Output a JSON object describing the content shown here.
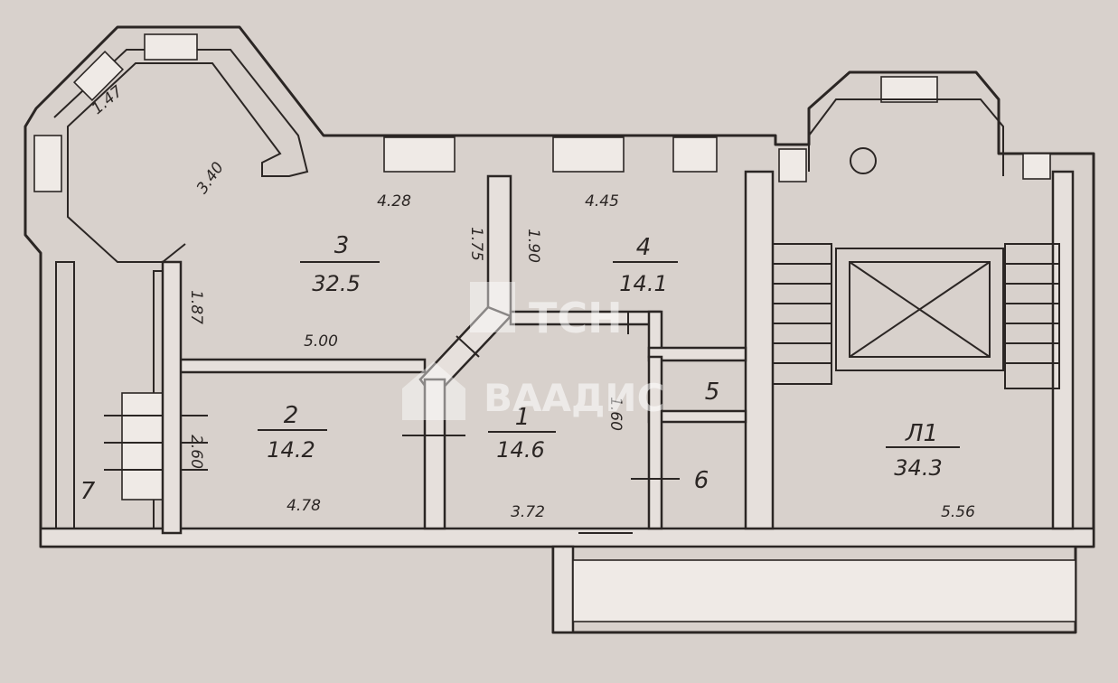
{
  "watermark": {
    "line1": "ТСН",
    "line2": "ВААДИС"
  },
  "rooms": [
    {
      "id": "r3",
      "number": "3",
      "area": "32.5"
    },
    {
      "id": "r4",
      "number": "4",
      "area": "14.1"
    },
    {
      "id": "r2",
      "number": "2",
      "area": "14.2"
    },
    {
      "id": "r1",
      "number": "1",
      "area": "14.6"
    },
    {
      "id": "rL",
      "number": "Л1",
      "area": "34.3"
    },
    {
      "id": "r5",
      "number": "5",
      "area": ""
    },
    {
      "id": "r6",
      "number": "6",
      "area": ""
    },
    {
      "id": "r7",
      "number": "7",
      "area": ""
    }
  ],
  "dimensions": [
    "1.47",
    "3.40",
    "4.28",
    "4.45",
    "5.00",
    "1.87",
    "1.75",
    "1.90",
    "4.78",
    "2.60",
    "3.72",
    "1.60",
    "5.56"
  ],
  "colors": {
    "paper": "#d8d1cc",
    "ink": "#2b2624"
  }
}
